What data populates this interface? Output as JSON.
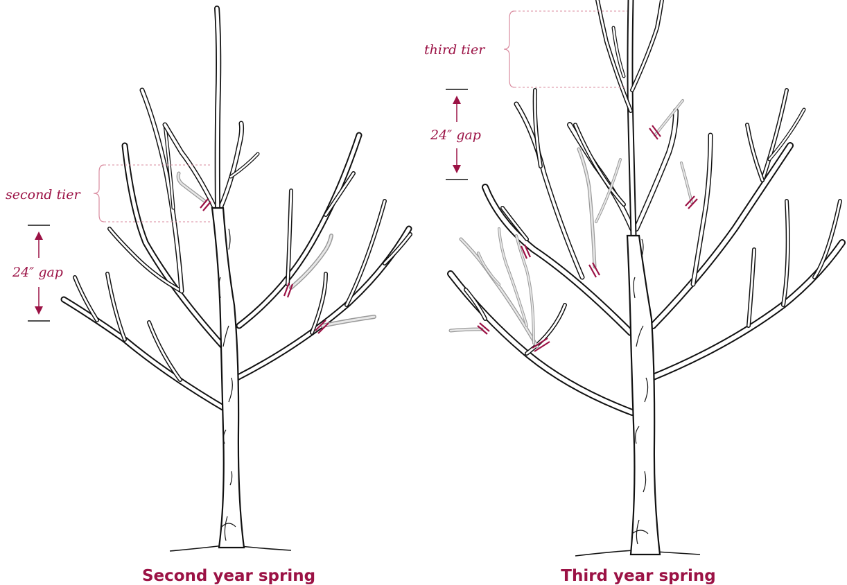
{
  "labels": {
    "second_tier": "second tier",
    "third_tier": "third tier",
    "gap_left": "24″ gap",
    "gap_right": "24″ gap"
  },
  "captions": {
    "left": "Second year spring",
    "right": "Third year spring"
  },
  "colors": {
    "accent": "#9b1245",
    "pruned_branch": "#9a9a9a",
    "ink": "#111111"
  },
  "icons": {
    "cut_mark": "double-slash-cut-icon",
    "arrow_up": "arrow-up-icon",
    "arrow_down": "arrow-down-icon",
    "brace": "curly-brace-icon"
  }
}
